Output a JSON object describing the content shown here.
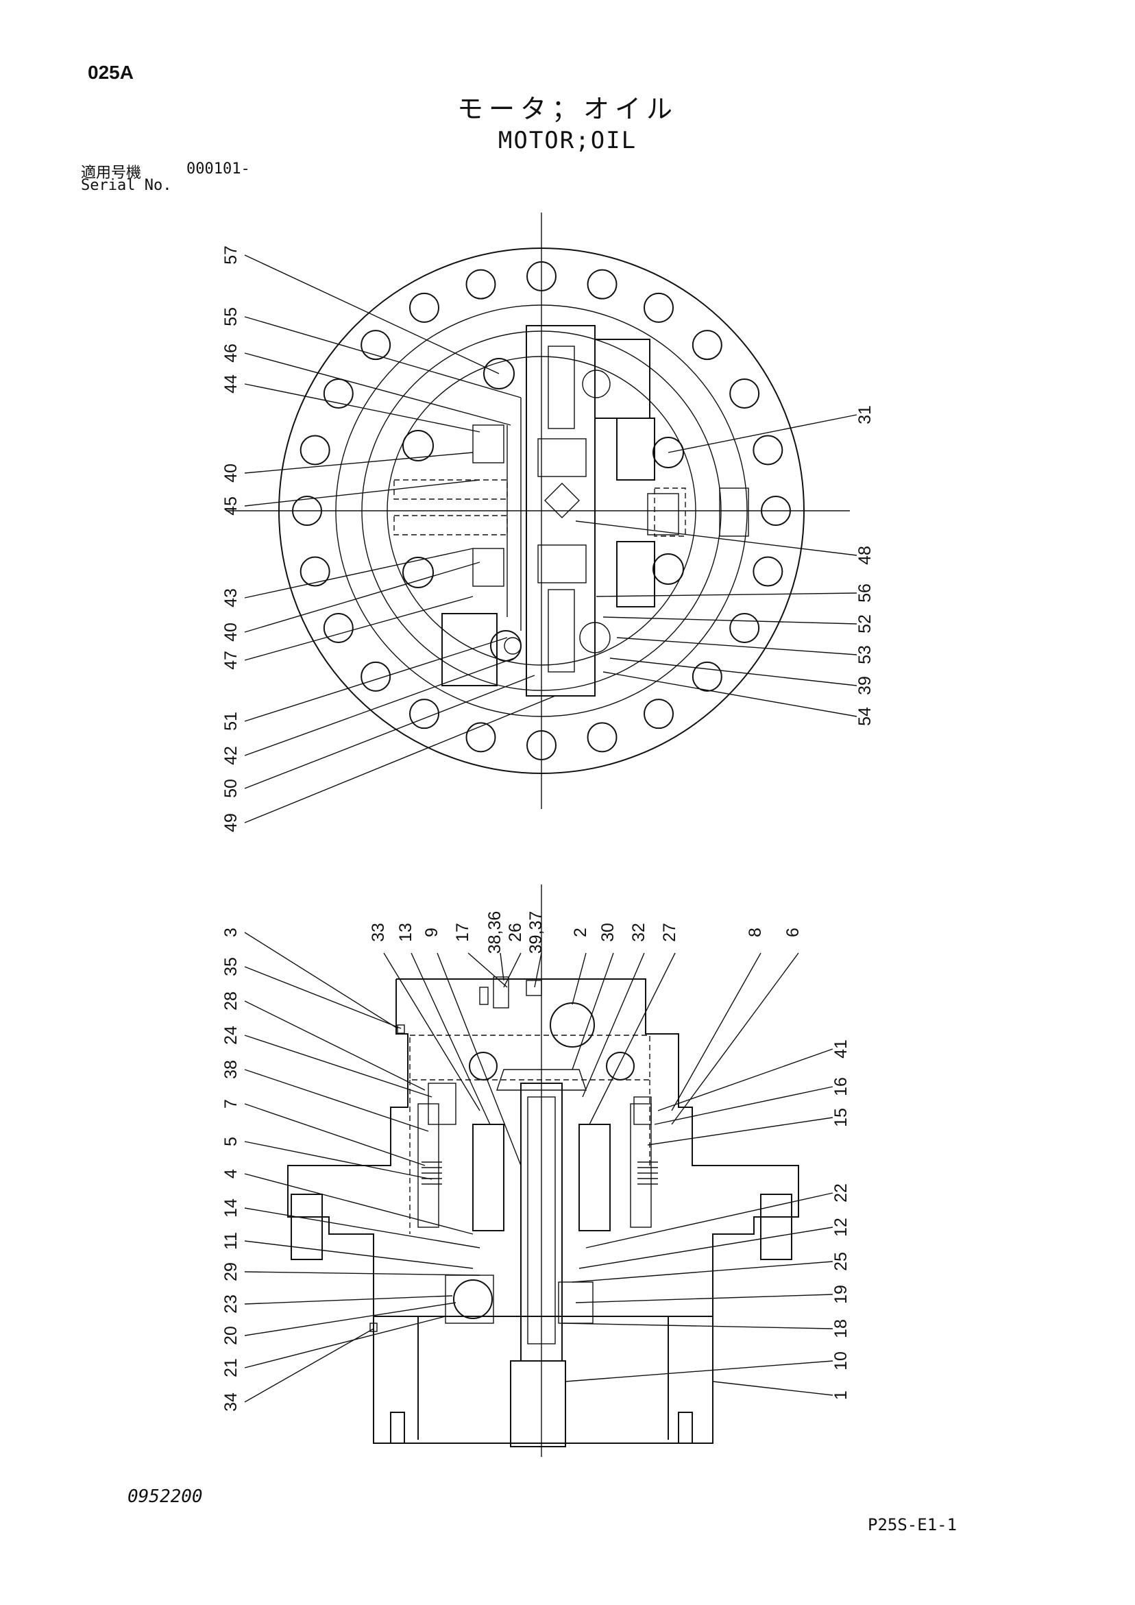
{
  "header": {
    "page_code": "025A",
    "title_jp": "モータ；オイル",
    "title_en": "MOTOR;OIL",
    "serial_label_jp": "適用号機",
    "serial_value": "000101-",
    "serial_label_en": "Serial No."
  },
  "footer": {
    "doc_number": "0952200",
    "page_ref": "P25S-E1-1"
  },
  "diagram": {
    "top_view": {
      "callouts_left": [
        "57",
        "55",
        "46",
        "44",
        "40",
        "45",
        "43",
        "40",
        "47",
        "51",
        "42",
        "50",
        "49"
      ],
      "callouts_right": [
        "31",
        "48",
        "56",
        "52",
        "53",
        "39",
        "54"
      ]
    },
    "section_view": {
      "callouts_top": [
        "33",
        "13",
        "9",
        "17",
        "38,36",
        "26",
        "39,37",
        "2",
        "30",
        "32",
        "27",
        "8",
        "6"
      ],
      "callouts_left": [
        "3",
        "35",
        "28",
        "24",
        "38",
        "7",
        "5",
        "4",
        "14",
        "11",
        "29",
        "23",
        "20",
        "21",
        "34"
      ],
      "callouts_right": [
        "41",
        "16",
        "15",
        "22",
        "12",
        "25",
        "19",
        "18",
        "10",
        "1"
      ]
    }
  }
}
